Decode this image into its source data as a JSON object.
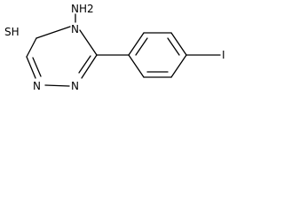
{
  "molecule": {
    "atoms": {
      "amino": "NH2",
      "thiol": "SH",
      "ring_n4": "N",
      "ring_n1": "N",
      "ring_n2": "N",
      "iodo": "I"
    }
  }
}
